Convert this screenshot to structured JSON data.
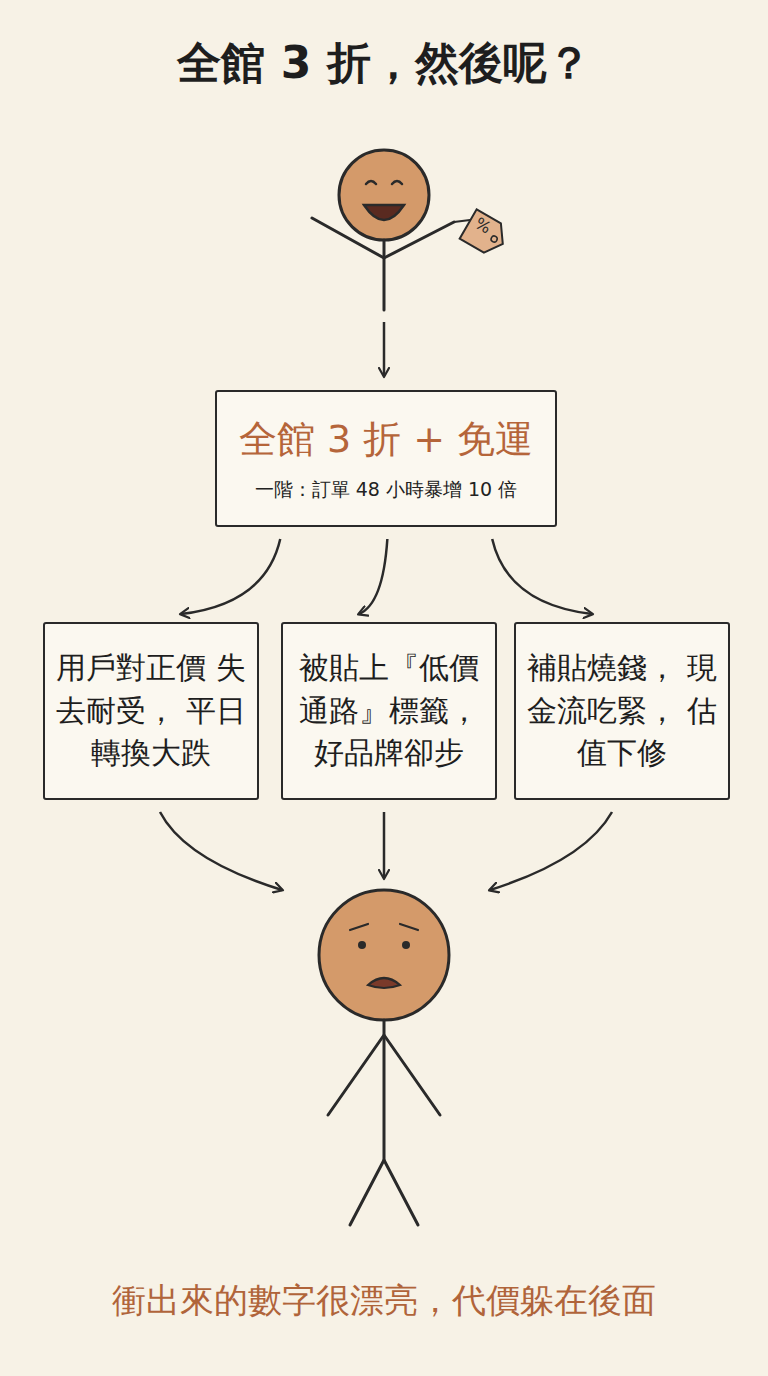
{
  "diagram": {
    "title": "全館 3 折，然後呢？",
    "caption": "衝出來的數字很漂亮，代價躲在後面",
    "nodes": [
      {
        "text": [
          "全館 3 折 + 免運",
          "一階：訂單 48 小時暴增 10 倍"
        ]
      },
      {
        "text": [
          "用戶對正價 失去耐受， 平日轉換大跌"
        ]
      },
      {
        "text": [
          "被貼上『低價 通路』標籤， 好品牌卻步"
        ]
      },
      {
        "text": [
          "補貼燒錢， 現金流吃緊， 估值下修"
        ]
      }
    ],
    "edges": [
      {
        "from": 0,
        "to": 1,
        "arrow": "to"
      },
      {
        "from": 0,
        "to": 2,
        "arrow": "to"
      },
      {
        "from": 0,
        "to": 3,
        "arrow": "to"
      }
    ],
    "labels": [
      "%"
    ]
  }
}
